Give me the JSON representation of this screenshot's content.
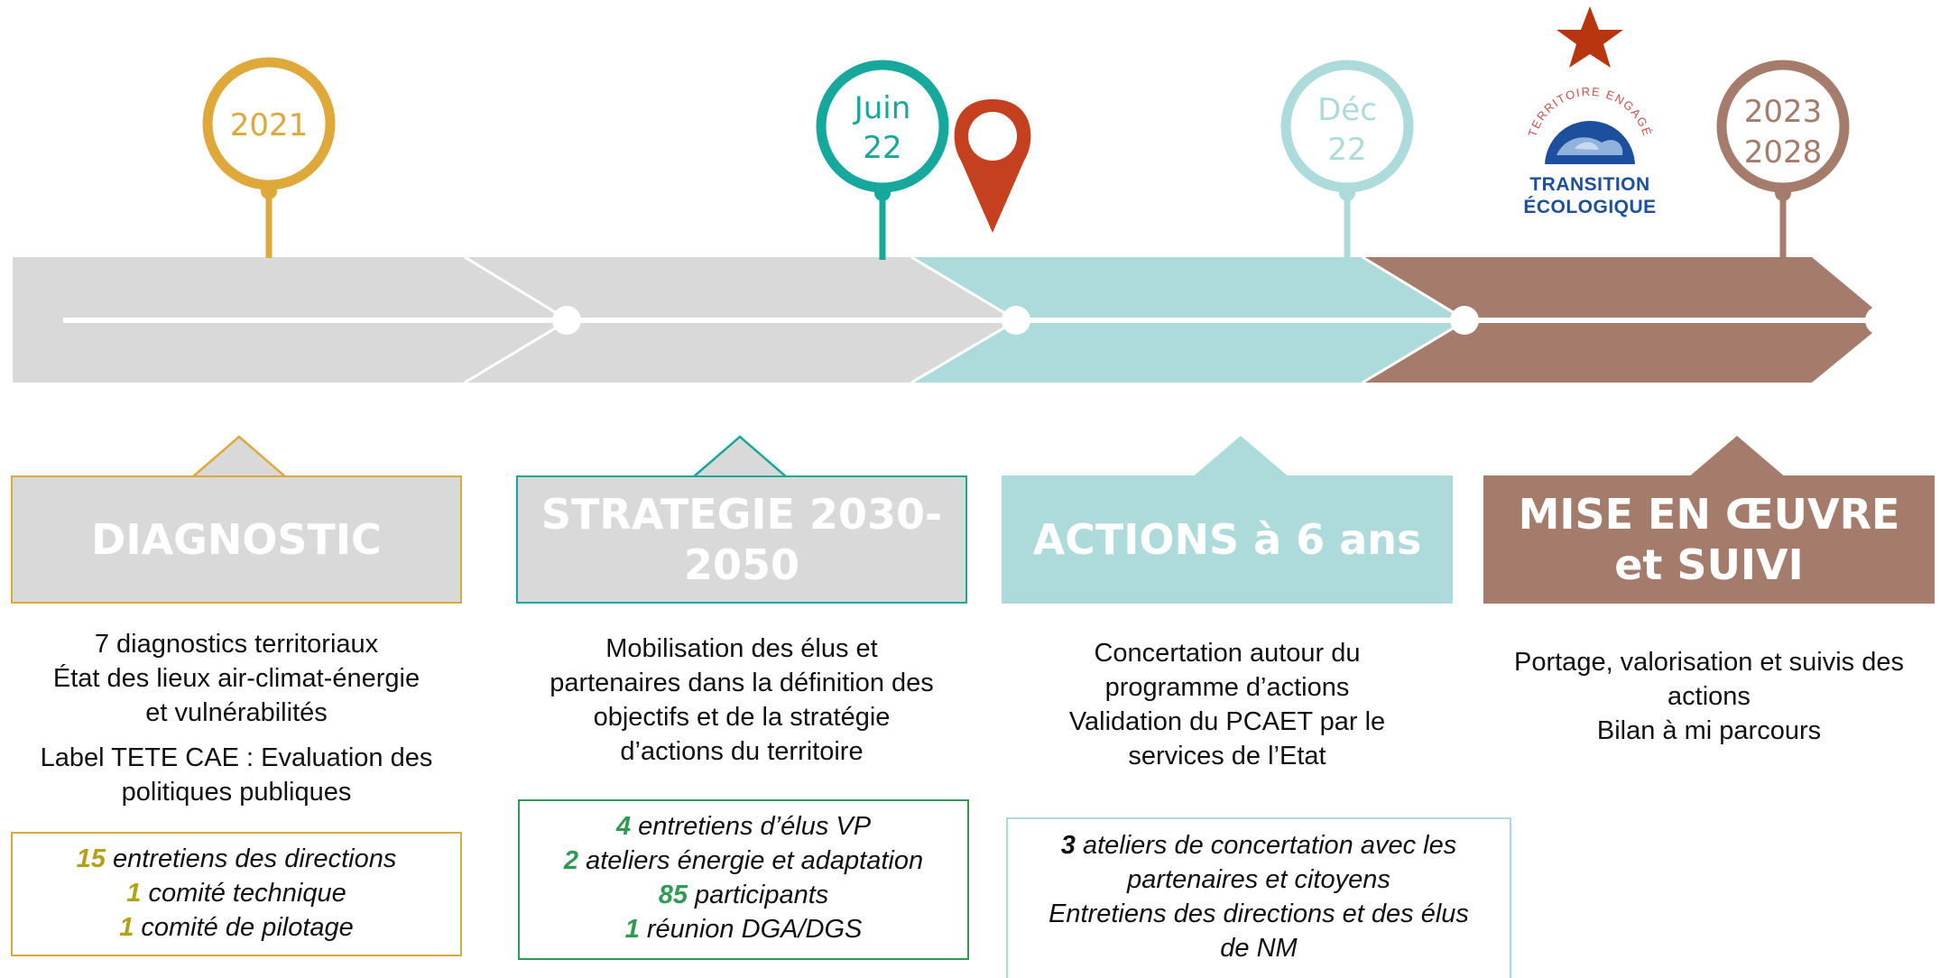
{
  "colors": {
    "gold": "#DEA83B",
    "teal": "#16A89C",
    "light_teal": "#ADDADA",
    "brown": "#A57B6B",
    "grey": "#D9D9D9",
    "green_num": "#2E9B54",
    "olive_num": "#B3A117",
    "pin_red": "#C4401E",
    "star_red": "#B8360F",
    "logo_blue": "#1C4F9E"
  },
  "milestones": [
    {
      "line1": "2021",
      "line2": ""
    },
    {
      "line1": "Juin",
      "line2": "22"
    },
    {
      "line1": "Déc",
      "line2": "22"
    },
    {
      "line1": "2023",
      "line2": "2028"
    }
  ],
  "logo": {
    "arc_text": "TERRITOIRE ENGAGÉ",
    "line1": "TRANSITION",
    "line2": "ÉCOLOGIQUE"
  },
  "phases": [
    {
      "title": "DIAGNOSTIC",
      "description": [
        "7 diagnostics territoriaux",
        "État des lieux air-climat-énergie",
        "et vulnérabilités",
        "Label TETE CAE : Evaluation des",
        "politiques publiques"
      ],
      "stats": [
        {
          "num": "15",
          "text": " entretiens des directions"
        },
        {
          "num": "1",
          "text": " comité technique"
        },
        {
          "num": "1",
          "text": " comité de pilotage"
        }
      ]
    },
    {
      "title": "STRATEGIE 2030-\n2050",
      "description": [
        "Mobilisation des élus et",
        "partenaires dans la définition des",
        "objectifs et de la stratégie",
        "d’actions du territoire"
      ],
      "stats": [
        {
          "num": "4",
          "text": " entretiens d’élus VP"
        },
        {
          "num": "2",
          "text": " ateliers énergie et adaptation"
        },
        {
          "num": "85",
          "text": " participants"
        },
        {
          "num": "1",
          "text": " réunion DGA/DGS"
        }
      ]
    },
    {
      "title": "ACTIONS à 6 ans",
      "description": [
        "Concertation autour du",
        "programme d’actions",
        "Validation du PCAET par le",
        "services de l’Etat"
      ],
      "stats": [
        {
          "num": "3",
          "text": " ateliers de concertation avec les"
        },
        {
          "num": "",
          "text": "partenaires et citoyens"
        },
        {
          "num": "",
          "text": "Entretiens des directions et des élus"
        },
        {
          "num": "",
          "text": "de NM"
        }
      ]
    },
    {
      "title": "MISE EN ŒUVRE\net SUIVI",
      "description": [
        "Portage, valorisation et suivis des",
        "actions",
        "Bilan à mi parcours"
      ],
      "stats": []
    }
  ]
}
